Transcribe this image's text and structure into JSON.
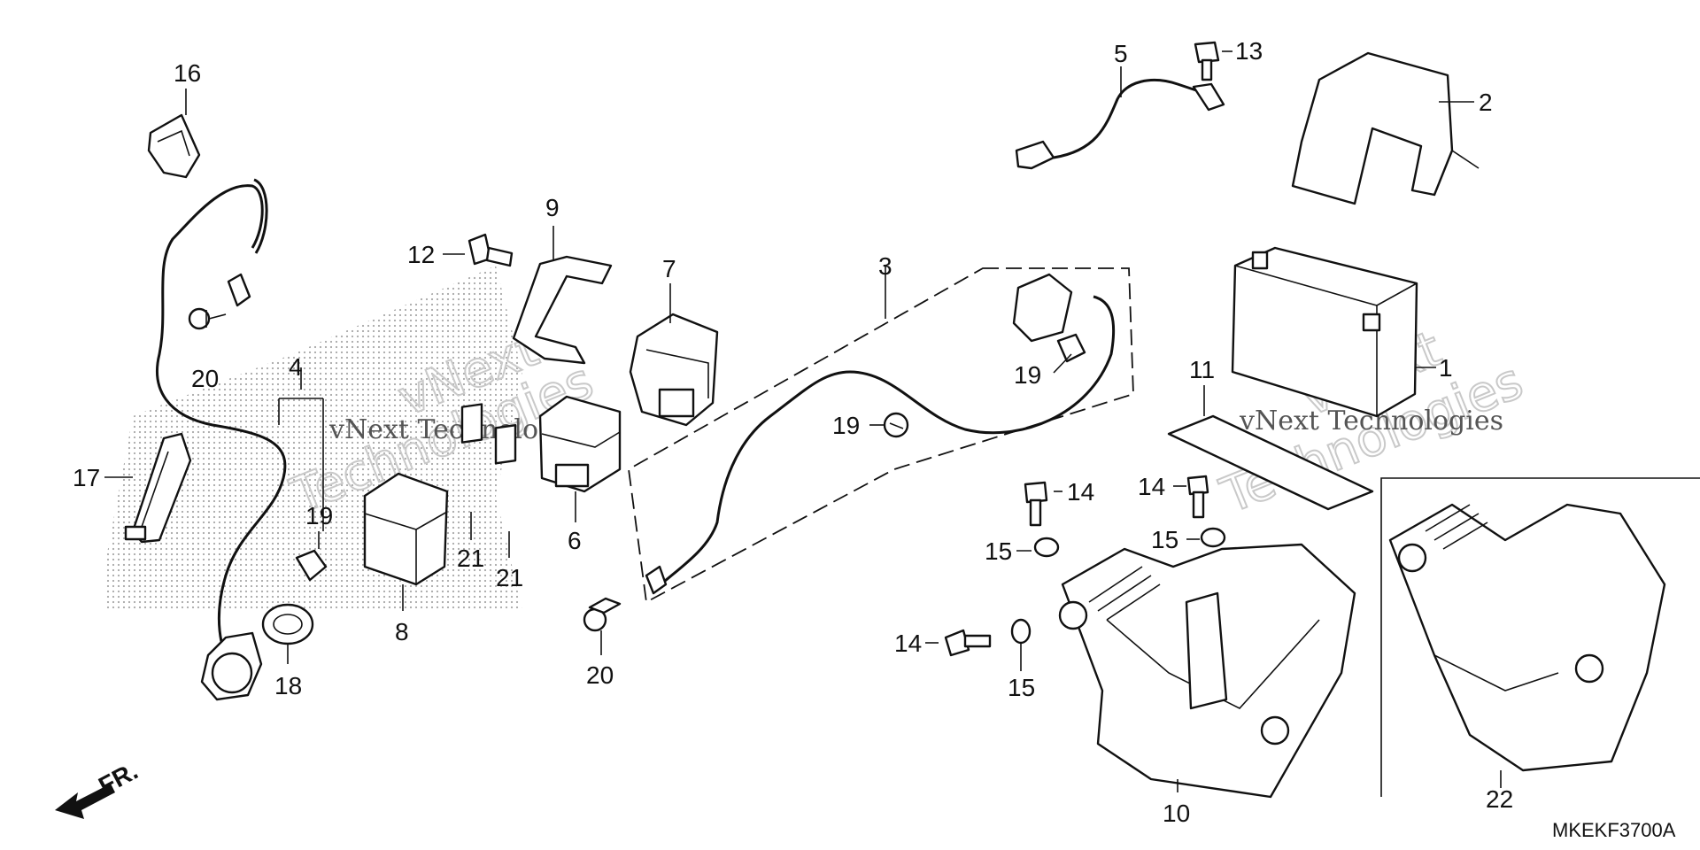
{
  "callouts": {
    "c1": "1",
    "c2": "2",
    "c3": "3",
    "c4": "4",
    "c5": "5",
    "c6": "6",
    "c7": "7",
    "c8": "8",
    "c9": "9",
    "c10": "10",
    "c11": "11",
    "c12": "12",
    "c13": "13",
    "c14a": "14",
    "c14b": "14",
    "c14c": "14",
    "c15a": "15",
    "c15b": "15",
    "c15c": "15",
    "c16": "16",
    "c17": "17",
    "c18": "18",
    "c19a": "19",
    "c19b": "19",
    "c19c": "19",
    "c20a": "20",
    "c20b": "20",
    "c21a": "21",
    "c21b": "21",
    "c22": "22"
  },
  "direction_label": "FR.",
  "diagram_code": "MKEKF3700A",
  "watermark": {
    "text_a": "vNext Technologies",
    "text_b": "vNext Technologies",
    "big_a": "vNext",
    "big_b": "Technologies",
    "big_c": "vNext",
    "big_d": "Technologies"
  }
}
